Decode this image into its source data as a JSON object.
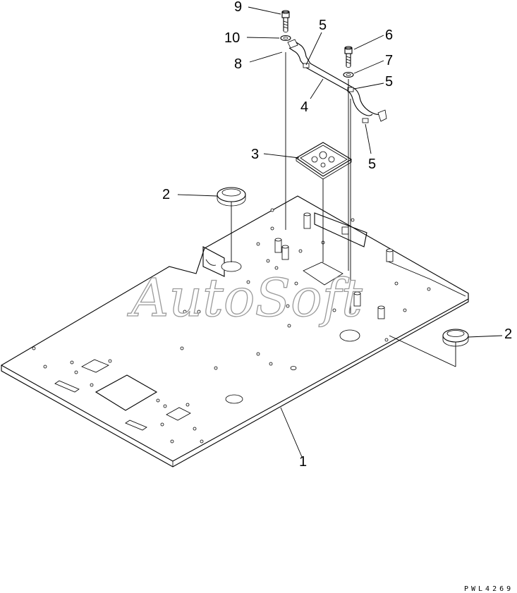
{
  "callouts": [
    {
      "id": "callout-9",
      "label": "9"
    },
    {
      "id": "callout-10",
      "label": "10"
    },
    {
      "id": "callout-8",
      "label": "8"
    },
    {
      "id": "callout-5-top",
      "label": "5"
    },
    {
      "id": "callout-6",
      "label": "6"
    },
    {
      "id": "callout-7",
      "label": "7"
    },
    {
      "id": "callout-5-right",
      "label": "5"
    },
    {
      "id": "callout-4",
      "label": "4"
    },
    {
      "id": "callout-3",
      "label": "3"
    },
    {
      "id": "callout-5-bottom",
      "label": "5"
    },
    {
      "id": "callout-2-left",
      "label": "2"
    },
    {
      "id": "callout-2-right",
      "label": "2"
    },
    {
      "id": "callout-1",
      "label": "1"
    }
  ],
  "watermark": "AutoSoft",
  "drawing_code": "PWL4269",
  "colors": {
    "line": "#000000",
    "background": "#ffffff",
    "watermark_outline": "#9a9a9a"
  }
}
